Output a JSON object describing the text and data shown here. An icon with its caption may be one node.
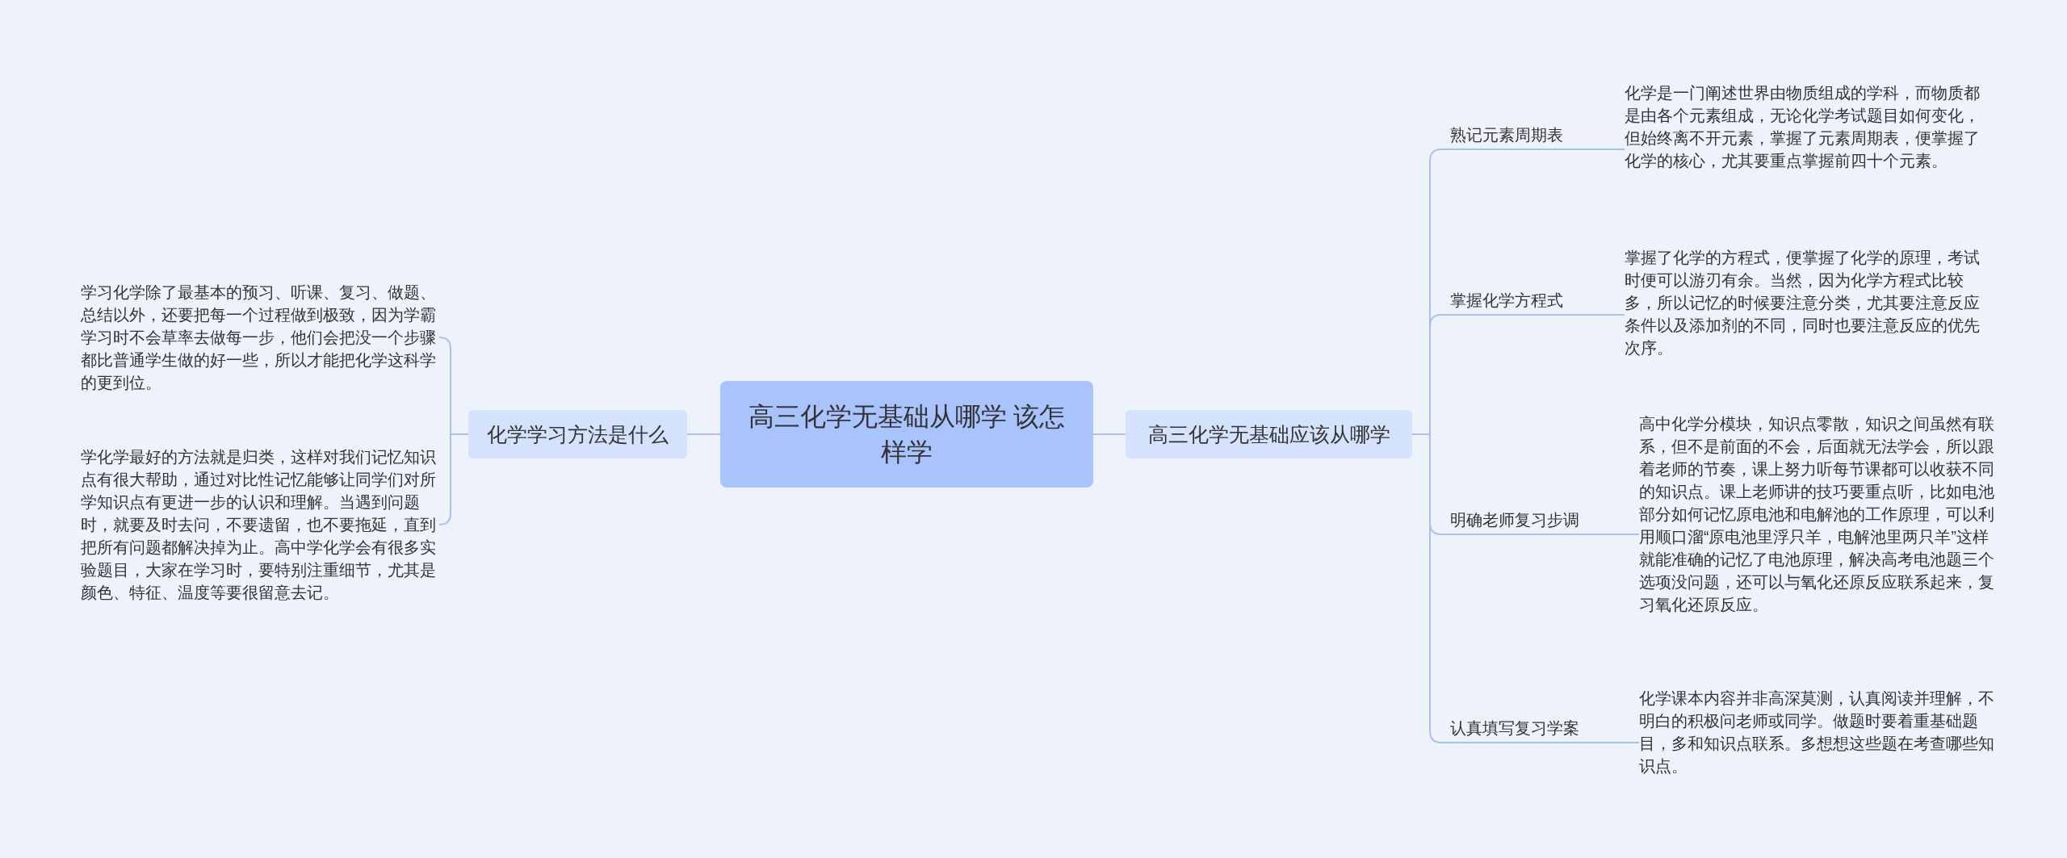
{
  "diagram": {
    "nodes": [
      {
        "text": [
          "高三化学无基础从哪学 该怎样学"
        ]
      },
      {
        "text": [
          "化学学习方法是什么"
        ]
      },
      {
        "text": [
          "学习化学除了最基本的预习、听课、复习、做题、总结以外，还要把每一个过程做到极致，因为学霸学习时不会草率去做每一步，他们会把没一个步骤都比普通学生做的好一些，所以才能把化学这科学的更到位。"
        ]
      },
      {
        "text": [
          "学化学最好的方法就是归类，这样对我们记忆知识点有很大帮助，通过对比性记忆能够让同学们对所学知识点有更进一步的认识和理解。当遇到问题时，就要及时去问，不要遗留，也不要拖延，直到把所有问题都解决掉为止。高中学化学会有很多实验题目，大家在学习时，要特别注重细节，尤其是颜色、特征、温度等要很留意去记。"
        ]
      },
      {
        "text": [
          "高三化学无基础应该从哪学"
        ]
      },
      {
        "text": [
          "熟记元素周期表"
        ]
      },
      {
        "text": [
          "掌握化学方程式"
        ]
      },
      {
        "text": [
          "明确老师复习步调"
        ]
      },
      {
        "text": [
          "认真填写复习学案"
        ]
      },
      {
        "text": [
          "化学是一门阐述世界由物质组成的学科，而物质都是由各个元素组成，无论化学考试题目如何变化，但始终离不开元素，掌握了元素周期表，便掌握了化学的核心，尤其要重点掌握前四十个元素。"
        ]
      },
      {
        "text": [
          "掌握了化学的方程式，便掌握了化学的原理，考试时便可以游刃有余。当然，因为化学方程式比较多，所以记忆的时候要注意分类，尤其要注意反应条件以及添加剂的不同，同时也要注意反应的优先次序。"
        ]
      },
      {
        "text": [
          "高中化学分模块，知识点零散，知识之间虽然有联系，但不是前面的不会，后面就无法学会，所以跟着老师的节奏，课上努力听每节课都可以收获不同的知识点。课上老师讲的技巧要重点听，比如电池部分如何记忆原电池和电解池的工作原理，可以利用顺口溜“原电池里浮只羊，电解池里两只羊”这样就能准确的记忆了电池原理，解决高考电池题三个选项没问题，还可以与氧化还原反应联系起来，复习氧化还原反应。"
        ]
      },
      {
        "text": [
          "化学课本内容并非高深莫测，认真阅读并理解，不明白的积极问老师或同学。做题时要着重基础题目，多和知识点联系。多想想这些题在考查哪些知识点。"
        ]
      }
    ],
    "edges": [
      {
        "from": 0,
        "to": 1,
        "arrow": "none"
      },
      {
        "from": 1,
        "to": 2,
        "arrow": "none"
      },
      {
        "from": 1,
        "to": 3,
        "arrow": "none"
      },
      {
        "from": 0,
        "to": 4,
        "arrow": "none"
      },
      {
        "from": 4,
        "to": 5,
        "arrow": "none"
      },
      {
        "from": 4,
        "to": 6,
        "arrow": "none"
      },
      {
        "from": 4,
        "to": 7,
        "arrow": "none"
      },
      {
        "from": 4,
        "to": 8,
        "arrow": "none"
      },
      {
        "from": 5,
        "to": 9,
        "arrow": "none"
      },
      {
        "from": 6,
        "to": 10,
        "arrow": "none"
      },
      {
        "from": 7,
        "to": 11,
        "arrow": "none"
      },
      {
        "from": 8,
        "to": 12,
        "arrow": "none"
      }
    ]
  }
}
